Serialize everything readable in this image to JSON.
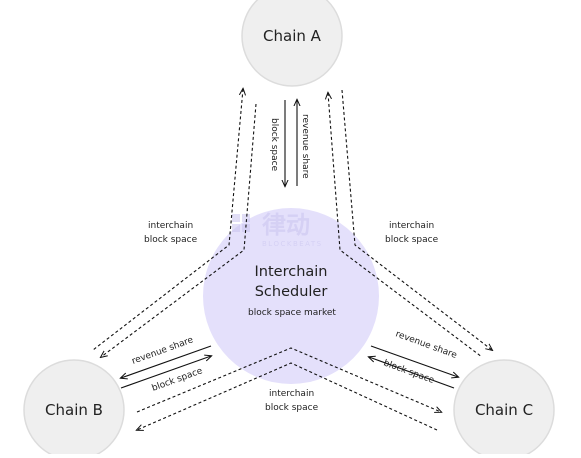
{
  "nodes": {
    "chain_a": "Chain A",
    "chain_b": "Chain B",
    "chain_c": "Chain C"
  },
  "center": {
    "title_line1": "Interchain",
    "title_line2": "Scheduler",
    "subtitle": "block space market"
  },
  "edges": {
    "a_left": {
      "line1": "interchain",
      "line2": "block space"
    },
    "a_right": {
      "line1": "interchain",
      "line2": "block space"
    },
    "bottom": {
      "line1": "interchain",
      "line2": "block space"
    },
    "a_vertical": {
      "down": "block space",
      "up": "revenue share"
    },
    "b_link": {
      "upper": "revenue share",
      "lower": "block space"
    },
    "c_link": {
      "upper": "revenue share",
      "lower": "block space"
    }
  },
  "watermark": {
    "glyphs": "律动",
    "text": "BLOCKBEATS"
  },
  "colors": {
    "node_fill": "#efefef",
    "node_stroke": "#dcdcdc",
    "center_fill": "#e4e0fb",
    "line": "#111111",
    "watermark": "#c9c4f0"
  }
}
